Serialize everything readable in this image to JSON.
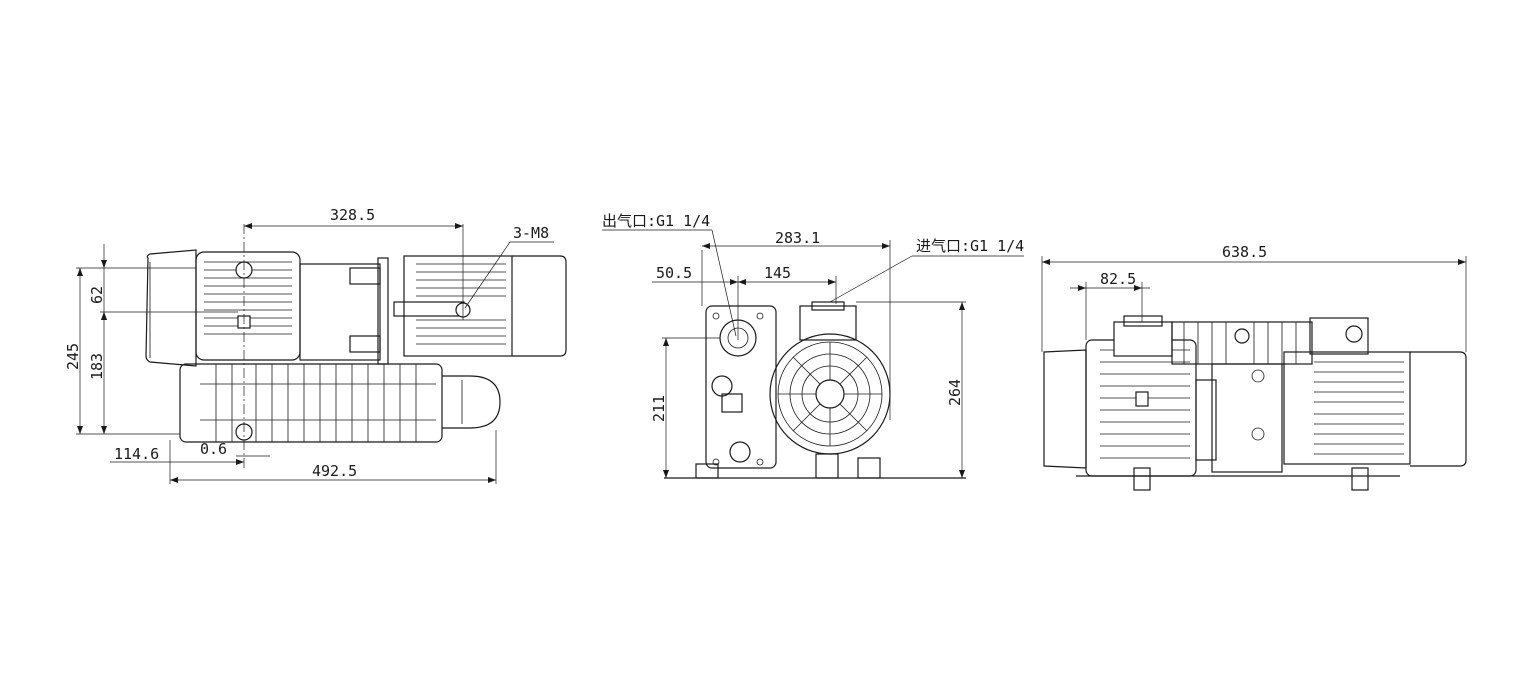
{
  "drawing": {
    "side_view": {
      "dims": {
        "top_width": "328.5",
        "mount_thread": "3-M8",
        "height_62": "62",
        "height_245": "245",
        "height_183": "183",
        "offset_114_6": "114.6",
        "offset_0_6": "0.6",
        "length_492_5": "492.5"
      }
    },
    "front_view": {
      "dims": {
        "outlet_label": "出气口:G1 1/4",
        "inlet_label": "进气口:G1 1/4",
        "width_283_1": "283.1",
        "offset_50_5": "50.5",
        "width_145": "145",
        "height_211": "211",
        "height_264": "264"
      }
    },
    "top_view": {
      "dims": {
        "length_638_5": "638.5",
        "offset_82_5": "82.5"
      }
    }
  }
}
